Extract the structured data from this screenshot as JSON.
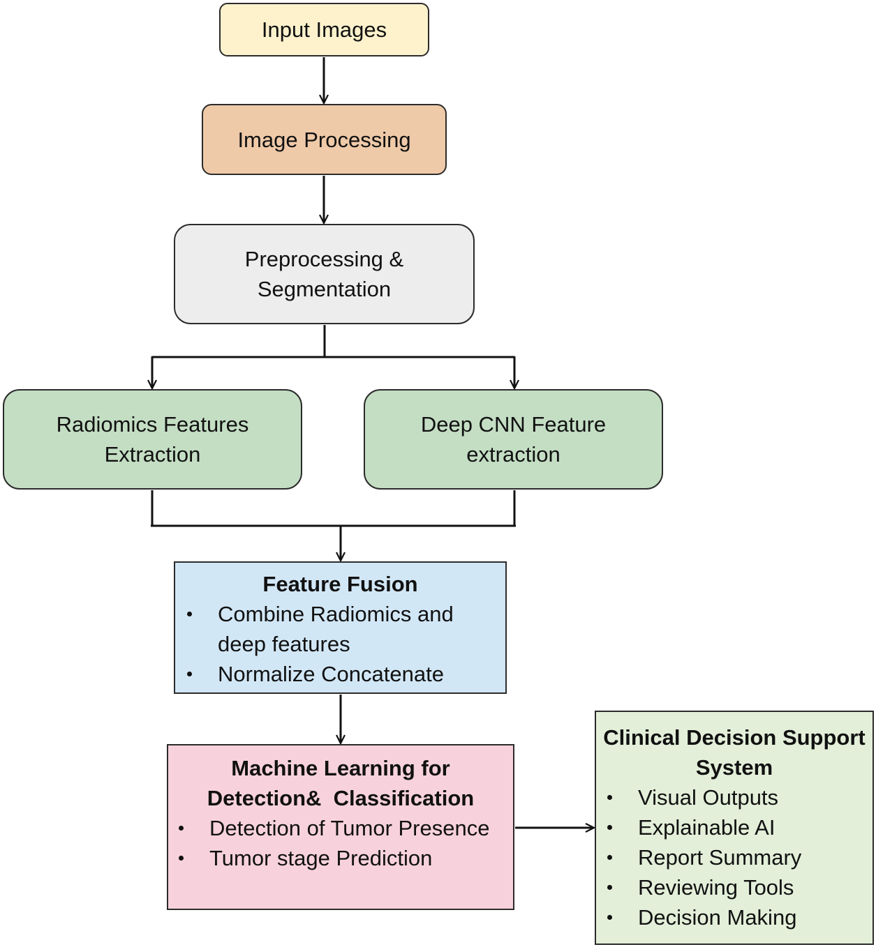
{
  "nodes": {
    "input_images": {
      "label": "Input Images"
    },
    "image_processing": {
      "label": "Image Processing"
    },
    "preprocessing": {
      "lines": [
        "Preprocessing &",
        "Segmentation"
      ]
    },
    "radiomics": {
      "lines": [
        "Radiomics Features",
        "Extraction"
      ]
    },
    "deep_cnn": {
      "lines": [
        "Deep CNN Feature",
        "extraction"
      ]
    },
    "feature_fusion": {
      "title": "Feature Fusion",
      "bullets": [
        "Combine Radiomics and deep features",
        "Normalize Concatenate"
      ]
    },
    "machine_learning": {
      "title_lines": [
        "Machine Learning for",
        "Detection&  Classification"
      ],
      "bullets": [
        "Detection of Tumor Presence",
        "Tumor stage Prediction"
      ]
    },
    "cdss": {
      "title_lines": [
        "Clinical Decision Support",
        "System"
      ],
      "bullets": [
        "Visual Outputs",
        "Explainable AI",
        "Report Summary",
        "Reviewing Tools",
        "Decision Making"
      ]
    }
  },
  "colors": {
    "input_images": "#fdf2cc",
    "image_processing": "#efcaa9",
    "preprocessing": "#ededed",
    "feature_extraction": "#c4dec4",
    "feature_fusion": "#d2e7f6",
    "machine_learning": "#f7d2dc",
    "cdss": "#e3efd9",
    "connector": "#111111"
  },
  "edges": [
    {
      "from": "input_images",
      "to": "image_processing"
    },
    {
      "from": "image_processing",
      "to": "preprocessing"
    },
    {
      "from": "preprocessing",
      "to": "radiomics"
    },
    {
      "from": "preprocessing",
      "to": "deep_cnn"
    },
    {
      "from": "radiomics",
      "to": "feature_fusion"
    },
    {
      "from": "deep_cnn",
      "to": "feature_fusion"
    },
    {
      "from": "feature_fusion",
      "to": "machine_learning"
    },
    {
      "from": "machine_learning",
      "to": "cdss"
    }
  ]
}
